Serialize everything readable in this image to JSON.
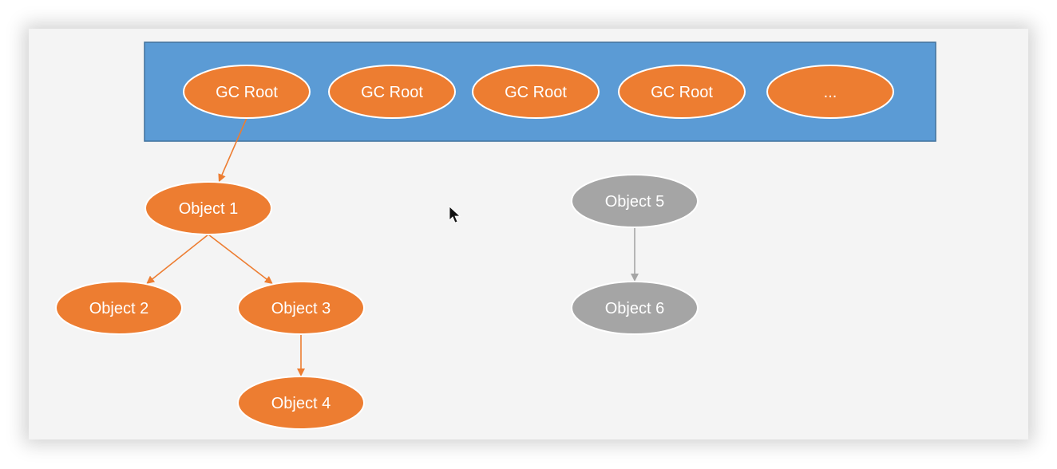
{
  "colors": {
    "roots_band": "#5b9bd5",
    "roots_band_border": "#41719c",
    "reachable_node": "#ed7d31",
    "reachable_edge": "#ed7d31",
    "unreachable_node": "#a5a5a5",
    "unreachable_edge": "#a5a5a5",
    "node_outline": "#ffffff",
    "canvas": "#f4f4f4"
  },
  "roots": [
    {
      "id": "root1",
      "label": "GC Root"
    },
    {
      "id": "root2",
      "label": "GC Root"
    },
    {
      "id": "root3",
      "label": "GC Root"
    },
    {
      "id": "root4",
      "label": "GC Root"
    },
    {
      "id": "root5",
      "label": "..."
    }
  ],
  "objects": [
    {
      "id": "obj1",
      "label": "Object 1",
      "status": "reachable"
    },
    {
      "id": "obj2",
      "label": "Object 2",
      "status": "reachable"
    },
    {
      "id": "obj3",
      "label": "Object 3",
      "status": "reachable"
    },
    {
      "id": "obj4",
      "label": "Object 4",
      "status": "reachable"
    },
    {
      "id": "obj5",
      "label": "Object 5",
      "status": "unreachable"
    },
    {
      "id": "obj6",
      "label": "Object 6",
      "status": "unreachable"
    }
  ],
  "edges": [
    {
      "from": "root1",
      "to": "obj1",
      "status": "reachable"
    },
    {
      "from": "obj1",
      "to": "obj2",
      "status": "reachable"
    },
    {
      "from": "obj1",
      "to": "obj3",
      "status": "reachable"
    },
    {
      "from": "obj3",
      "to": "obj4",
      "status": "reachable"
    },
    {
      "from": "obj5",
      "to": "obj6",
      "status": "unreachable"
    }
  ],
  "cursor_icon": "mouse-pointer-icon"
}
